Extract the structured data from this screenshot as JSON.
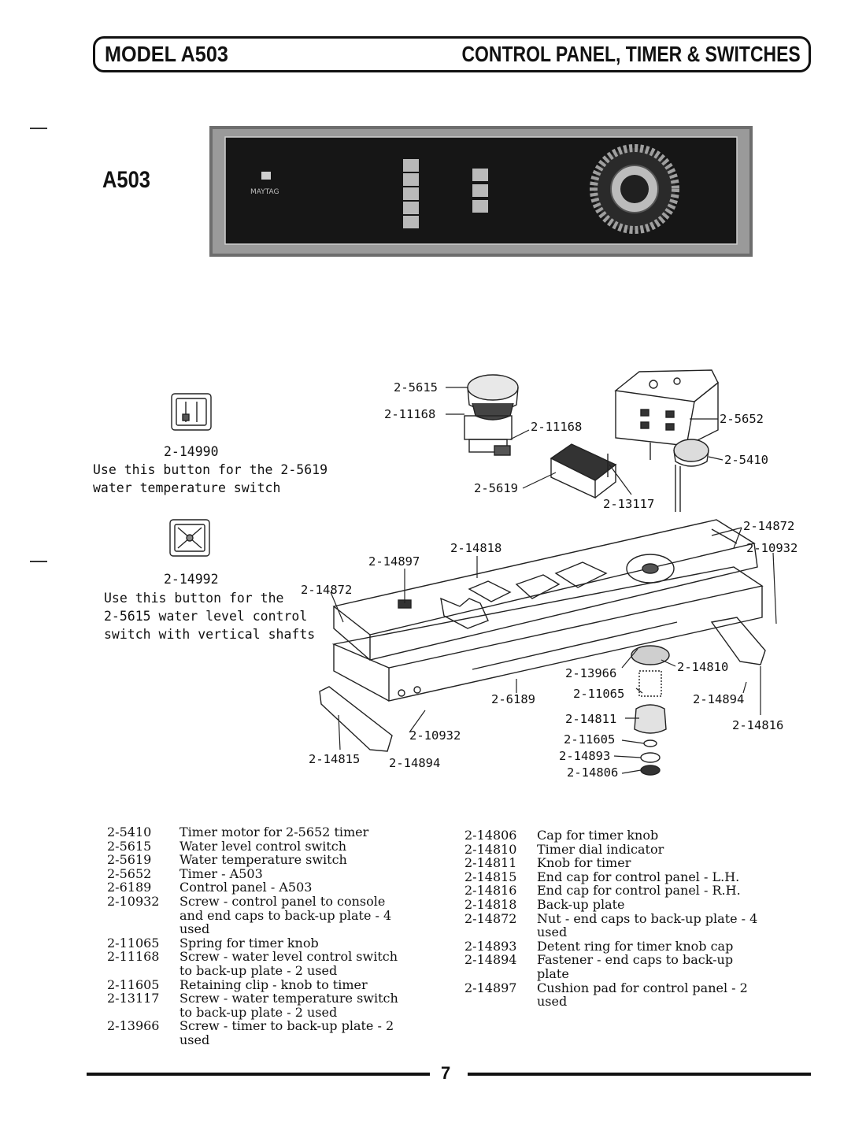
{
  "header": {
    "model": "MODEL A503",
    "title": "CONTROL PANEL, TIMER & SWITCHES"
  },
  "model_label": "A503",
  "panel_photo": {
    "brand_text": "MAYTAG"
  },
  "button_notes": [
    {
      "part": "2-14990",
      "text": "Use this button for the 2-5619\nwater temperature switch"
    },
    {
      "part": "2-14992",
      "text": "Use this button for the\n2-5615 water level control\nswitch with vertical shafts"
    }
  ],
  "callouts": [
    "2-5615",
    "2-11168",
    "2-11168",
    "2-5652",
    "2-5410",
    "2-5619",
    "2-13117",
    "2-14872",
    "2-10932",
    "2-14818",
    "2-14897",
    "2-14872",
    "2-13966",
    "2-14810",
    "2-11065",
    "2-14894",
    "2-6189",
    "2-14811",
    "2-14816",
    "2-10932",
    "2-11605",
    "2-14893",
    "2-14815",
    "2-14894",
    "2-14806"
  ],
  "parts_left": [
    {
      "pn": "2-5410",
      "desc": "Timer motor for 2-5652 timer"
    },
    {
      "pn": "2-5615",
      "desc": "Water level control switch"
    },
    {
      "pn": "2-5619",
      "desc": "Water temperature switch"
    },
    {
      "pn": "2-5652",
      "desc": "Timer - A503"
    },
    {
      "pn": "2-6189",
      "desc": "Control panel - A503"
    },
    {
      "pn": "2-10932",
      "desc": "Screw - control panel to console\nand end caps to back-up plate - 4\nused"
    },
    {
      "pn": "2-11065",
      "desc": "Spring for timer knob"
    },
    {
      "pn": "2-11168",
      "desc": "Screw - water level control switch\nto back-up plate - 2 used"
    },
    {
      "pn": "2-11605",
      "desc": "Retaining clip - knob to timer"
    },
    {
      "pn": "2-13117",
      "desc": "Screw - water temperature switch\nto back-up plate - 2 used"
    },
    {
      "pn": "2-13966",
      "desc": "Screw - timer to back-up plate - 2\nused"
    }
  ],
  "parts_right": [
    {
      "pn": "2-14806",
      "desc": "Cap for timer knob"
    },
    {
      "pn": "2-14810",
      "desc": "Timer dial indicator"
    },
    {
      "pn": "2-14811",
      "desc": "Knob for timer"
    },
    {
      "pn": "2-14815",
      "desc": "End cap for control panel - L.H."
    },
    {
      "pn": "2-14816",
      "desc": "End cap for control panel - R.H."
    },
    {
      "pn": "2-14818",
      "desc": "Back-up plate"
    },
    {
      "pn": "2-14872",
      "desc": "Nut - end caps to back-up plate - 4\nused"
    },
    {
      "pn": "2-14893",
      "desc": "Detent ring for timer knob cap"
    },
    {
      "pn": "2-14894",
      "desc": "Fastener - end caps to back-up\nplate"
    },
    {
      "pn": "2-14897",
      "desc": "Cushion pad for control panel - 2\nused"
    }
  ],
  "page_number": "7"
}
